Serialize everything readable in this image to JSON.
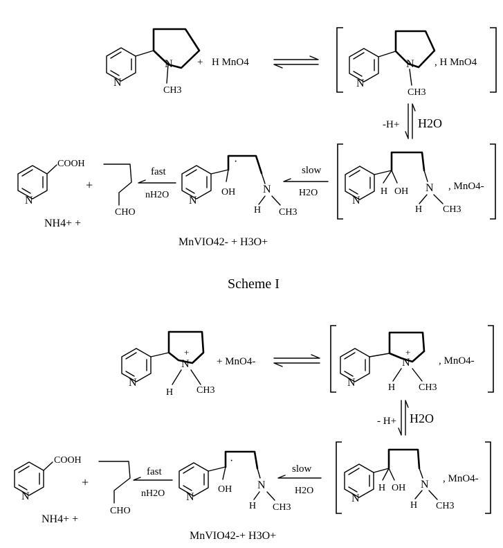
{
  "scheme1": {
    "caption": "Scheme I",
    "reactant_reagent": "H MnO4",
    "complex_reagent": ", H MnO4",
    "ch3": "CH3",
    "n_label": "N",
    "step_down_left": "-H+",
    "step_down_right": "H2O",
    "intermediate_counter_ion": ", MnO4-",
    "oh": "OH",
    "h": "H",
    "slow_label": "slow",
    "slow_water": "H2O",
    "fast_label": "fast",
    "fast_water": "nH2O",
    "plus": "+",
    "cooh": "COOH",
    "cho": "CHO",
    "ammonium": "NH4+ +",
    "manganate": "MnVIO42- + H3O+"
  },
  "scheme2": {
    "reactant_reagent": "+ MnO4-",
    "complex_reagent": ", MnO4-",
    "ch3": "CH3",
    "n_label": "N",
    "h": "H",
    "plus_charge": "+",
    "step_down_left": "- H+",
    "step_down_right": "H2O",
    "oh": "OH",
    "intermediate_counter_ion": ", MnO4-",
    "slow_label": "slow",
    "slow_water": "H2O",
    "fast_label": "fast",
    "fast_water": "nH2O",
    "plus": "+",
    "cooh": "COOH",
    "cho": "CHO",
    "ammonium": "NH4+ +",
    "manganate": "MnVIO42-+ H3O+"
  }
}
